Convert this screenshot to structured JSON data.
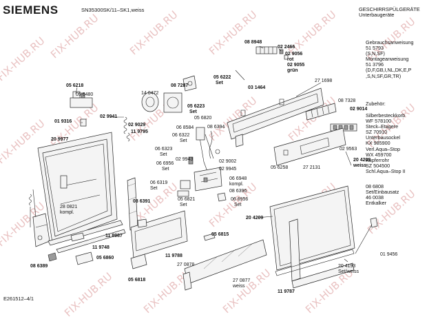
{
  "header": {
    "brand": "SIEMENS",
    "model": "SN35300SK/11–SK1,weiss",
    "category_line1": "GESCHIRRSPÜLGERÄTE",
    "category_line2": "Unterbaugeräte"
  },
  "documents": [
    "Gebrauchsanweisung",
    "51 5793",
    "(S,N,SF)",
    "Montageanweisung",
    "51 3796",
    "(D,F,GB,I,NL,DK,E,P",
    ",S,N,SF,GR,TR)"
  ],
  "accessories": {
    "heading": "Zubehör:",
    "items": [
      "Silberbesteckkorb",
      "WF 578100",
      "Steck–Etagere",
      "SZ 70910",
      "Unterbausockel",
      "KX 985900",
      "Verl.Aqua–Stop",
      "WX 459700",
      "Kupferrohr",
      "SZ 504500",
      "Schl.Aqua–Stop II"
    ],
    "extra": [
      "08 6808",
      "Set/Einbausatz",
      "46 0038",
      "Entkalker"
    ]
  },
  "parts": {
    "p089948": "08 8948",
    "p022466": "02 2466",
    "p029056": "02 9056",
    "rot": "rot",
    "p029055": "02 9055",
    "gruen": "grün",
    "p056222": "05 6222",
    "set1": "Set",
    "p087287": "08 7287",
    "p031464": "03 1464",
    "p271698": "27 1698",
    "p056218": "05 6218",
    "p140472": "14 0472",
    "p056480": "05 6480",
    "p056223": "05 6223",
    "set2": "Set",
    "p087328": "08 7328",
    "p029014": "02 9014",
    "p029941": "02 9941",
    "p029029": "02 9029",
    "p119795": "11 9795",
    "p056820": "05 6820",
    "p086394": "08 6394",
    "p019316": "01 9316",
    "p068584": "06 8584",
    "p066322": "06 6322",
    "set3": "Set",
    "p209977": "20 9977",
    "p066323": "06 6323",
    "set4": "Set",
    "p029943": "02 9943",
    "p029002": "02 9002",
    "p029563": "02 9563",
    "p066956a": "06 6956",
    "set5": "Set",
    "p029945": "02 9945",
    "p056258": "05 6258",
    "p272131": "27 2131",
    "p204208": "20 4208",
    "weiss1": "weiss",
    "p066948": "06 6948",
    "kompl1": "kompl.",
    "p066319": "06 6319",
    "set6": "Set",
    "p086396": "08 6396",
    "p086391": "08 6391",
    "p056821": "05 6821",
    "set7": "Set",
    "p066956b": "06 6956",
    "set8": "Set",
    "p280821": "28 0821",
    "kompl2": "kompl.",
    "p204209": "20 4209",
    "p118987": "11 8987",
    "p056815": "05 6815",
    "p119748": "11 9748",
    "p056860": "05 6860",
    "p119788": "11 9788",
    "p086389": "08 6389",
    "p270878": "27 0878",
    "p204193": "20 4193",
    "setweiss": "Set/weiss",
    "p019456": "01 9456",
    "p056818": "05 6818",
    "p270877": "27 0877",
    "weiss2": "weiss",
    "p119787": "11 9787"
  },
  "footer": {
    "doc_id": "E261512–4/1"
  },
  "watermark": {
    "text": "FIX-HUB.RU",
    "color": "#e6b8b8"
  }
}
